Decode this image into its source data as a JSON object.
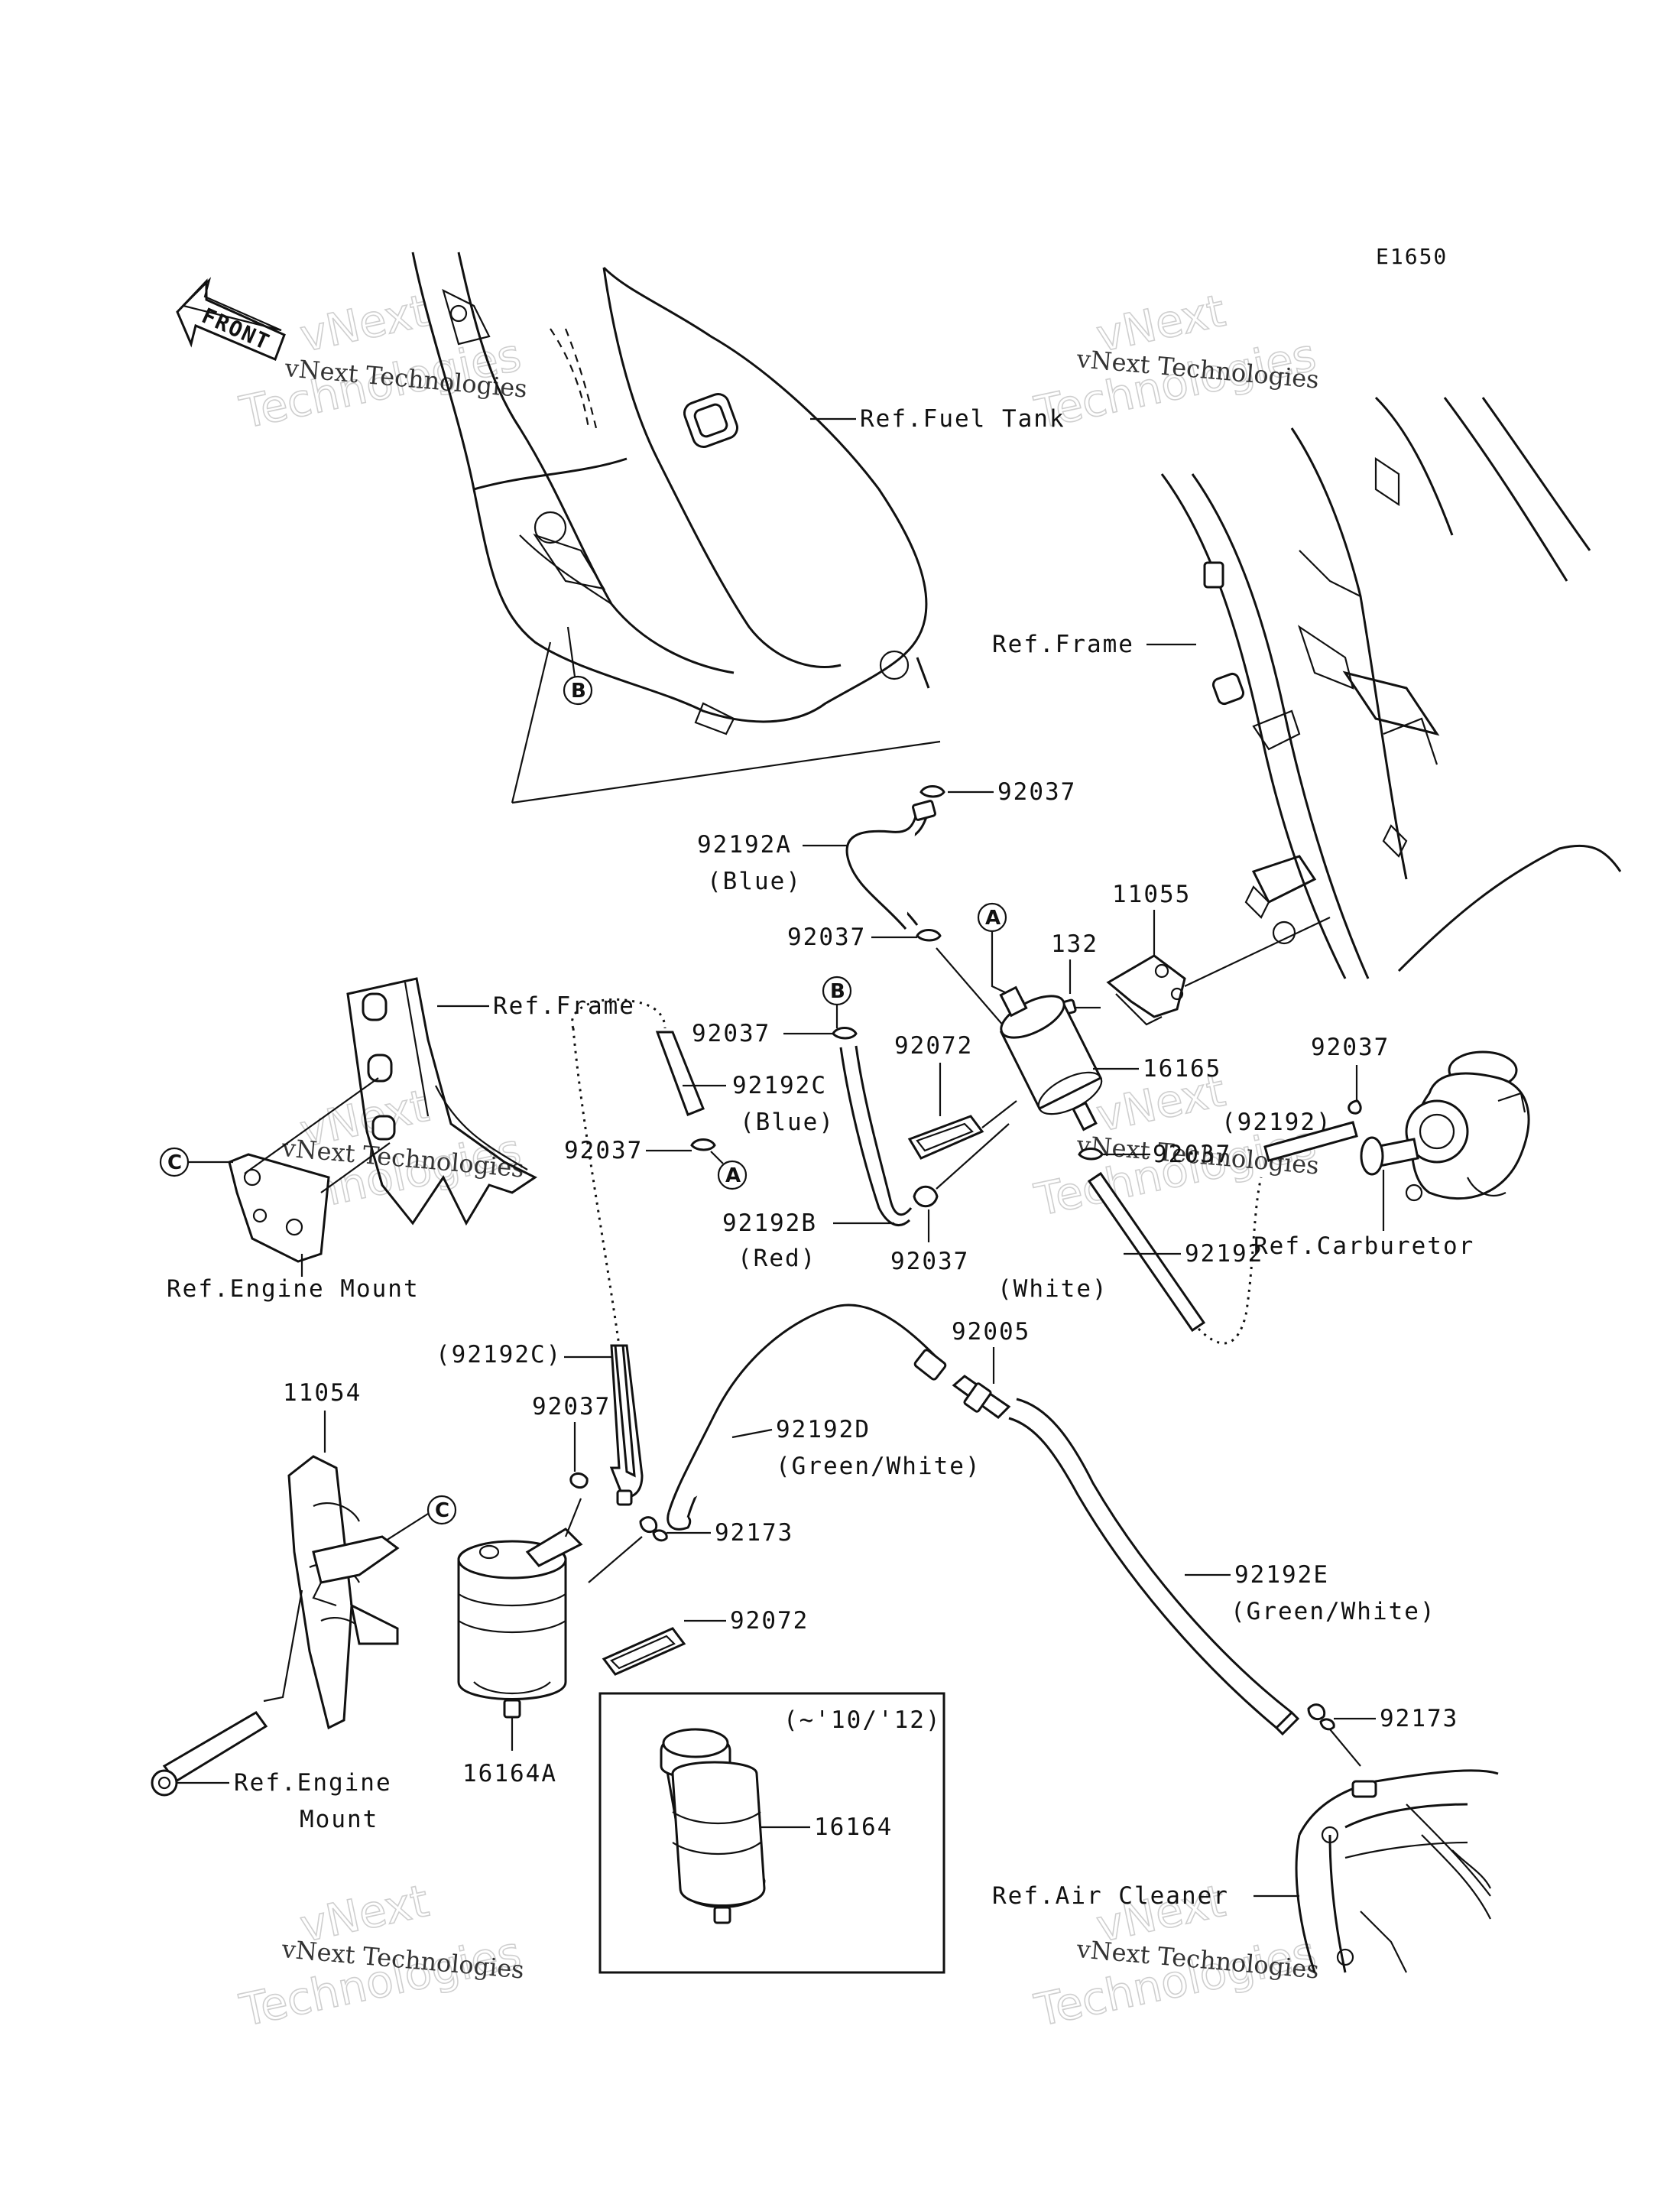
{
  "diagram_code": "E1650",
  "front_arrow": "FRONT",
  "watermark": {
    "line1": "vNext Technologies",
    "line2": "vNext",
    "line3": "Technologies"
  },
  "refs": {
    "fuel_tank": "Ref.Fuel Tank",
    "frame_top": "Ref.Frame",
    "frame_left": "Ref.Frame",
    "engine_mount_1": "Ref.Engine Mount",
    "carburetor": "Ref.Carburetor",
    "engine_mount_2_line1": "Ref.Engine",
    "engine_mount_2_line2": "Mount",
    "air_cleaner": "Ref.Air Cleaner"
  },
  "callouts": {
    "A": "A",
    "B": "B",
    "C": "C"
  },
  "parts": {
    "p92037_top": "92037",
    "p92192A": "92192A",
    "p92192A_color": "(Blue)",
    "p92037_mid": "92037",
    "p11055": "11055",
    "p132": "132",
    "p92037_b": "92037",
    "p92072_top": "92072",
    "p16165": "16165",
    "p92192_paren": "(92192)",
    "p92037_right": "92037",
    "p92192C": "92192C",
    "p92192C_color": "(Blue)",
    "p92037_left": "92037",
    "p92037_white": "92037",
    "p92192B": "92192B",
    "p92192B_color": "(Red)",
    "p92037_red": "92037",
    "p92192": "92192",
    "p92192_color": "(White)",
    "p92005": "92005",
    "p92192C_paren": "(92192C)",
    "p92192D": "92192D",
    "p92192D_color": "(Green/White)",
    "p11054": "11054",
    "p92037_can": "92037",
    "p92173_left": "92173",
    "p92072_bottom": "92072",
    "p92192E": "92192E",
    "p92192E_color": "(Green/White)",
    "p92173_right": "92173",
    "p16164A": "16164A",
    "inset_note": "(~'10/'12)",
    "p16164": "16164"
  }
}
